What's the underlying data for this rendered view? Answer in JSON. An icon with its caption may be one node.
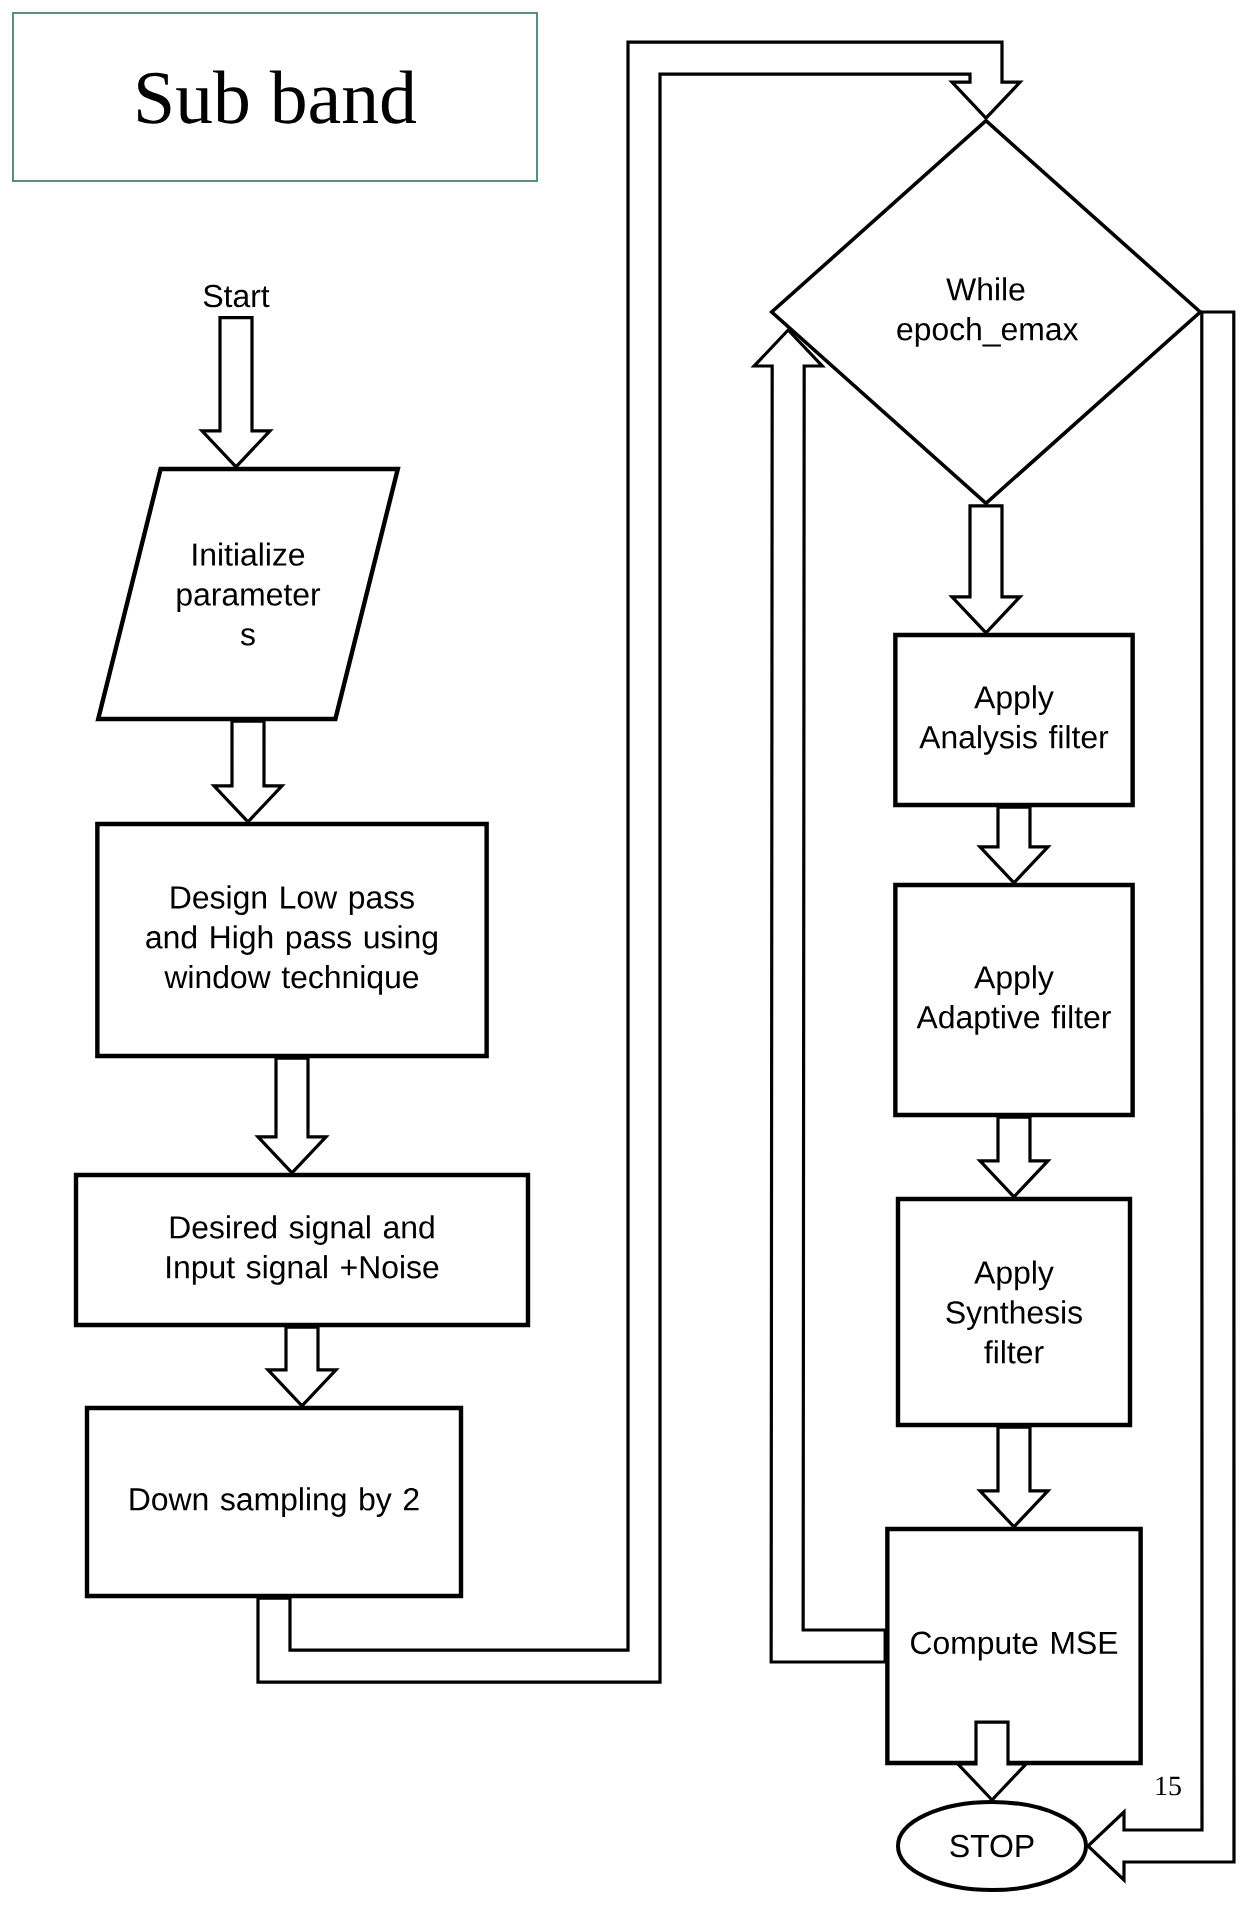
{
  "diagram": {
    "title": "Sub band",
    "nodes": [
      {
        "text": [
          "Start"
        ]
      },
      {
        "text": [
          "Initialize parameter s"
        ]
      },
      {
        "text": [
          "Design Low pass  and High pass using window technique"
        ]
      },
      {
        "text": [
          "Desired  signal and Input signal +Noise"
        ]
      },
      {
        "text": [
          "Down sampling by 2"
        ]
      },
      {
        "text": [
          "While epoch_emax"
        ]
      },
      {
        "text": [
          "Apply Analysis filter"
        ]
      },
      {
        "text": [
          "Apply Adaptive filter"
        ]
      },
      {
        "text": [
          "Apply Synthesis filter"
        ]
      },
      {
        "text": [
          "Compute MSE"
        ]
      },
      {
        "text": [
          "STOP"
        ]
      }
    ],
    "edges": [
      {
        "from": 0,
        "to": 1,
        "arrow": "to"
      },
      {
        "from": 1,
        "to": 2,
        "arrow": "to"
      },
      {
        "from": 2,
        "to": 3,
        "arrow": "to"
      },
      {
        "from": 3,
        "to": 4,
        "arrow": "to"
      },
      {
        "from": 4,
        "to": 5,
        "arrow": "to"
      },
      {
        "from": 5,
        "to": 6,
        "arrow": "to"
      },
      {
        "from": 6,
        "to": 7,
        "arrow": "to"
      },
      {
        "from": 7,
        "to": 8,
        "arrow": "to"
      },
      {
        "from": 8,
        "to": 9,
        "arrow": "to"
      },
      {
        "from": 9,
        "to": 5,
        "arrow": "to"
      },
      {
        "from": 9,
        "to": 10,
        "arrow": "to"
      },
      {
        "from": 5,
        "to": 10,
        "arrow": "to"
      }
    ],
    "labels": [
      "15"
    ]
  }
}
